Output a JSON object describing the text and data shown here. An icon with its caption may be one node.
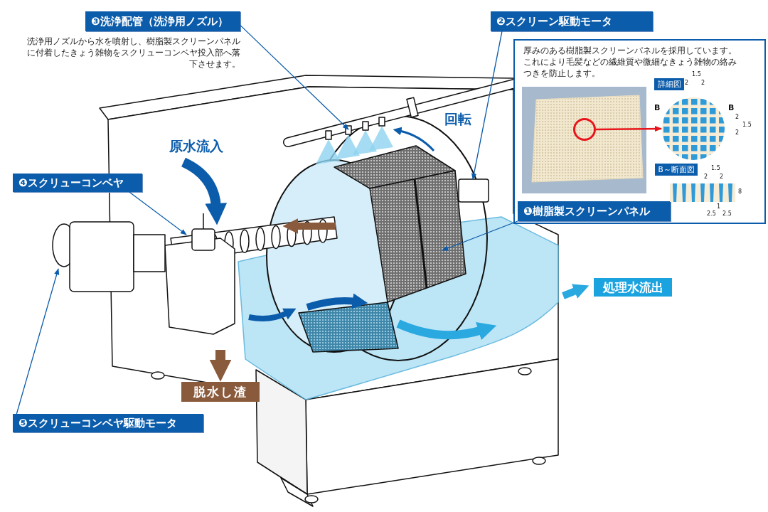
{
  "diagram": {
    "nodes": [
      {
        "text": [
          "❸洗浄配管（洗浄用ノズル）"
        ],
        "beside": [
          "洗浄用ノズルから水を噴射し、樹脂製スクリーンパネルに付着したきょう雑物をスクリューコンベヤ投入部へ落下させます。"
        ]
      },
      {
        "text": [
          "❷スクリーン駆動モータ"
        ]
      },
      {
        "text": [
          "厚みのある樹脂製スクリーンパネルを採用しています。これにより毛髪などの繊維質や微細なきょう雑物の絡みつきを防止します。"
        ]
      },
      {
        "text": [],
        "shape": "picture",
        "in": 2
      },
      {
        "text": [
          "詳細図"
        ],
        "in": 2
      },
      {
        "text": [
          "B～断面図"
        ],
        "in": 2
      },
      {
        "text": [
          "❶樹脂製スクリーンパネル"
        ],
        "in": 2
      },
      {
        "text": [],
        "shape": "circle",
        "in": 3
      },
      {
        "text": [],
        "shape": "picture",
        "in": 2
      },
      {
        "text": [
          "❹スクリューコンベヤ"
        ]
      },
      {
        "text": [
          "❺スクリューコンベヤ駆動モータ"
        ]
      },
      {
        "text": [
          "処理水流出"
        ]
      },
      {
        "text": [
          "脱水し渣"
        ]
      }
    ],
    "edges": [
      {
        "from": 0,
        "to": null,
        "arrow": "to"
      },
      {
        "from": 1,
        "to": null,
        "arrow": "to"
      },
      {
        "from": 6,
        "to": null,
        "arrow": "to"
      },
      {
        "from": 9,
        "to": null,
        "arrow": "to"
      },
      {
        "from": 10,
        "to": null,
        "arrow": "to"
      },
      {
        "from": 7,
        "to": 8,
        "arrow": "to",
        "color": "#e8141b"
      }
    ],
    "labels": [
      "回転",
      "原水流入",
      "1.5",
      "2",
      "2",
      "B",
      "B",
      "2",
      "1.5",
      "2",
      "1.5",
      "2",
      "2",
      "8",
      "1",
      "2.5",
      "2.5"
    ]
  }
}
